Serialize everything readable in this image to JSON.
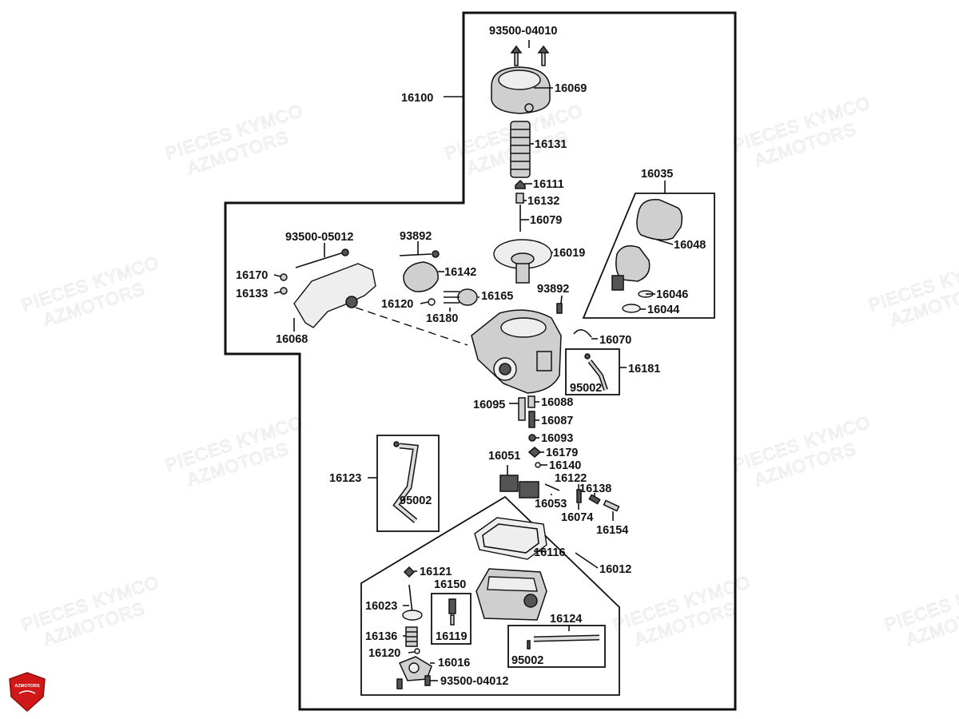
{
  "diagram": {
    "watermark": {
      "line1": "PIECES KYMCO",
      "line2": "AZMOTORS"
    },
    "logo": {
      "text": "AZMOTORS",
      "color": "#d01818"
    },
    "colors": {
      "lines": "#111111",
      "parts": "#cfcfcf",
      "watermark": "#e6e6e6"
    },
    "labels": [
      {
        "key": "l_9350004010",
        "text": "93500-04010"
      },
      {
        "key": "l_16100",
        "text": "16100"
      },
      {
        "key": "l_16069",
        "text": "16069"
      },
      {
        "key": "l_16131",
        "text": "16131"
      },
      {
        "key": "l_16111",
        "text": "16111"
      },
      {
        "key": "l_16132",
        "text": "16132"
      },
      {
        "key": "l_16079",
        "text": "16079"
      },
      {
        "key": "l_16035",
        "text": "16035"
      },
      {
        "key": "l_16048",
        "text": "16048"
      },
      {
        "key": "l_16046",
        "text": "16046"
      },
      {
        "key": "l_16044",
        "text": "16044"
      },
      {
        "key": "l_9350005012",
        "text": "93500-05012"
      },
      {
        "key": "l_93892a",
        "text": "93892"
      },
      {
        "key": "l_16142",
        "text": "16142"
      },
      {
        "key": "l_16019",
        "text": "16019"
      },
      {
        "key": "l_16170",
        "text": "16170"
      },
      {
        "key": "l_16133",
        "text": "16133"
      },
      {
        "key": "l_16120a",
        "text": "16120"
      },
      {
        "key": "l_16165",
        "text": "16165"
      },
      {
        "key": "l_93892b",
        "text": "93892"
      },
      {
        "key": "l_16180",
        "text": "16180"
      },
      {
        "key": "l_16068",
        "text": "16068"
      },
      {
        "key": "l_16070",
        "text": "16070"
      },
      {
        "key": "l_16181",
        "text": "16181"
      },
      {
        "key": "l_95002a",
        "text": "95002"
      },
      {
        "key": "l_16095",
        "text": "16095"
      },
      {
        "key": "l_16088",
        "text": "16088"
      },
      {
        "key": "l_16087",
        "text": "16087"
      },
      {
        "key": "l_16093",
        "text": "16093"
      },
      {
        "key": "l_16051",
        "text": "16051"
      },
      {
        "key": "l_16179",
        "text": "16179"
      },
      {
        "key": "l_16140",
        "text": "16140"
      },
      {
        "key": "l_16122",
        "text": "16122"
      },
      {
        "key": "l_16138",
        "text": "16138"
      },
      {
        "key": "l_16123",
        "text": "16123"
      },
      {
        "key": "l_95002b",
        "text": "95002"
      },
      {
        "key": "l_16053",
        "text": "16053"
      },
      {
        "key": "l_16074",
        "text": "16074"
      },
      {
        "key": "l_16154",
        "text": "16154"
      },
      {
        "key": "l_16116",
        "text": "16116"
      },
      {
        "key": "l_16012",
        "text": "16012"
      },
      {
        "key": "l_16121",
        "text": "16121"
      },
      {
        "key": "l_16150",
        "text": "16150"
      },
      {
        "key": "l_16023",
        "text": "16023"
      },
      {
        "key": "l_16124",
        "text": "16124"
      },
      {
        "key": "l_16136",
        "text": "16136"
      },
      {
        "key": "l_16119",
        "text": "16119"
      },
      {
        "key": "l_95002c",
        "text": "95002"
      },
      {
        "key": "l_16120b",
        "text": "16120"
      },
      {
        "key": "l_16016",
        "text": "16016"
      },
      {
        "key": "l_9350004012",
        "text": "93500-04012"
      }
    ]
  }
}
